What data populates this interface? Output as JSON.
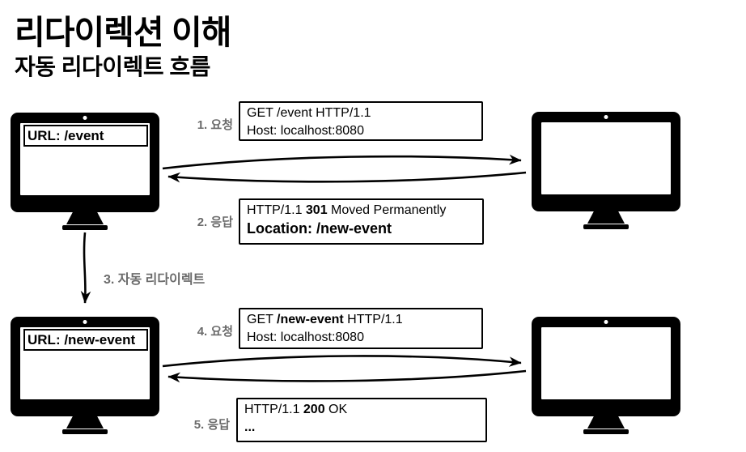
{
  "header": {
    "title": "리다이렉션 이해",
    "subtitle": "자동 리다이렉트 흐름"
  },
  "colors": {
    "ink": "#000000",
    "step_label_gray": "#6b6b6b",
    "screen_white": "#ffffff",
    "background": "#ffffff"
  },
  "monitors": {
    "client_top": {
      "url_bar": "URL: /event"
    },
    "client_bottom": {
      "url_bar": "URL: /new-event"
    }
  },
  "steps": {
    "step1": {
      "label": "1. 요청",
      "message": {
        "line1": [
          {
            "text": "GET /event HTTP/1.1"
          }
        ],
        "line2": [
          {
            "text": "Host: localhost:8080"
          }
        ]
      }
    },
    "step2": {
      "label": "2. 응답",
      "message": {
        "line1": [
          {
            "text": "HTTP/1.1 "
          },
          {
            "text": "301"
          },
          {
            "text": " Moved Permanently"
          }
        ],
        "line2": [
          {
            "text": "Location: /new-event"
          }
        ]
      }
    },
    "step3": {
      "label": "3. 자동 리다이렉트"
    },
    "step4": {
      "label": "4. 요청",
      "message": {
        "line1": [
          {
            "text": "GET "
          },
          {
            "text": "/new-event"
          },
          {
            "text": " HTTP/1.1"
          }
        ],
        "line2": [
          {
            "text": "Host: localhost:8080"
          }
        ]
      }
    },
    "step5": {
      "label": "5. 응답",
      "message": {
        "line1": [
          {
            "text": "HTTP/1.1 "
          },
          {
            "text": "200"
          },
          {
            "text": " OK"
          }
        ],
        "line2": [
          {
            "text": "..."
          }
        ]
      }
    }
  }
}
